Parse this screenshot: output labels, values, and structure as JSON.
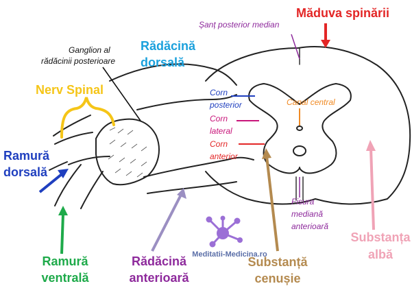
{
  "labels": {
    "maduva": "Măduva spinării",
    "sant": "Șanț posterior median",
    "ganglion_line1": "Ganglion al",
    "ganglion_line2": "rădăcinii posterioare",
    "radacina_dorsala_line1": "Rădăcină",
    "radacina_dorsala_line2": "dorsală",
    "nerv_spinal": "Nerv Spinal",
    "corn_posterior_line1": "Corn",
    "corn_posterior_line2": "posterior",
    "canal_central": "Canal central",
    "corn_lateral_line1": "Corn",
    "corn_lateral_line2": "lateral",
    "corn_anterior_line1": "Corn",
    "corn_anterior_line2": "anterior",
    "ramura_dorsala_line1": "Ramură",
    "ramura_dorsala_line2": "dorsală",
    "fisura_line1": "Fisura",
    "fisura_line2": "mediană",
    "fisura_line3": "anterioară",
    "substanta_alba_line1": "Substanța",
    "substanta_alba_line2": "albă",
    "ramura_ventrala_line1": "Ramură",
    "ramura_ventrala_line2": "ventrală",
    "radacina_anterioara_line1": "Rădăcină",
    "radacina_anterioara_line2": "anterioară",
    "substanta_cenusie_line1": "Substanță",
    "substanta_cenusie_line2": "cenușie",
    "logo_text": "Meditatii-Medicina.ro"
  },
  "colors": {
    "red": "#e32626",
    "blue": "#1aa0dc",
    "yellow": "#f5c518",
    "purple": "#8e2a9c",
    "magenta": "#c8157a",
    "orange": "#f08a24",
    "darkblue": "#1f3fbf",
    "green": "#1eaa4a",
    "lavender": "#9b8fc2",
    "tan": "#b48a4f",
    "pink": "#f0a3b6",
    "grayblue": "#5b6fa8",
    "logo": "#9b6fd6"
  }
}
